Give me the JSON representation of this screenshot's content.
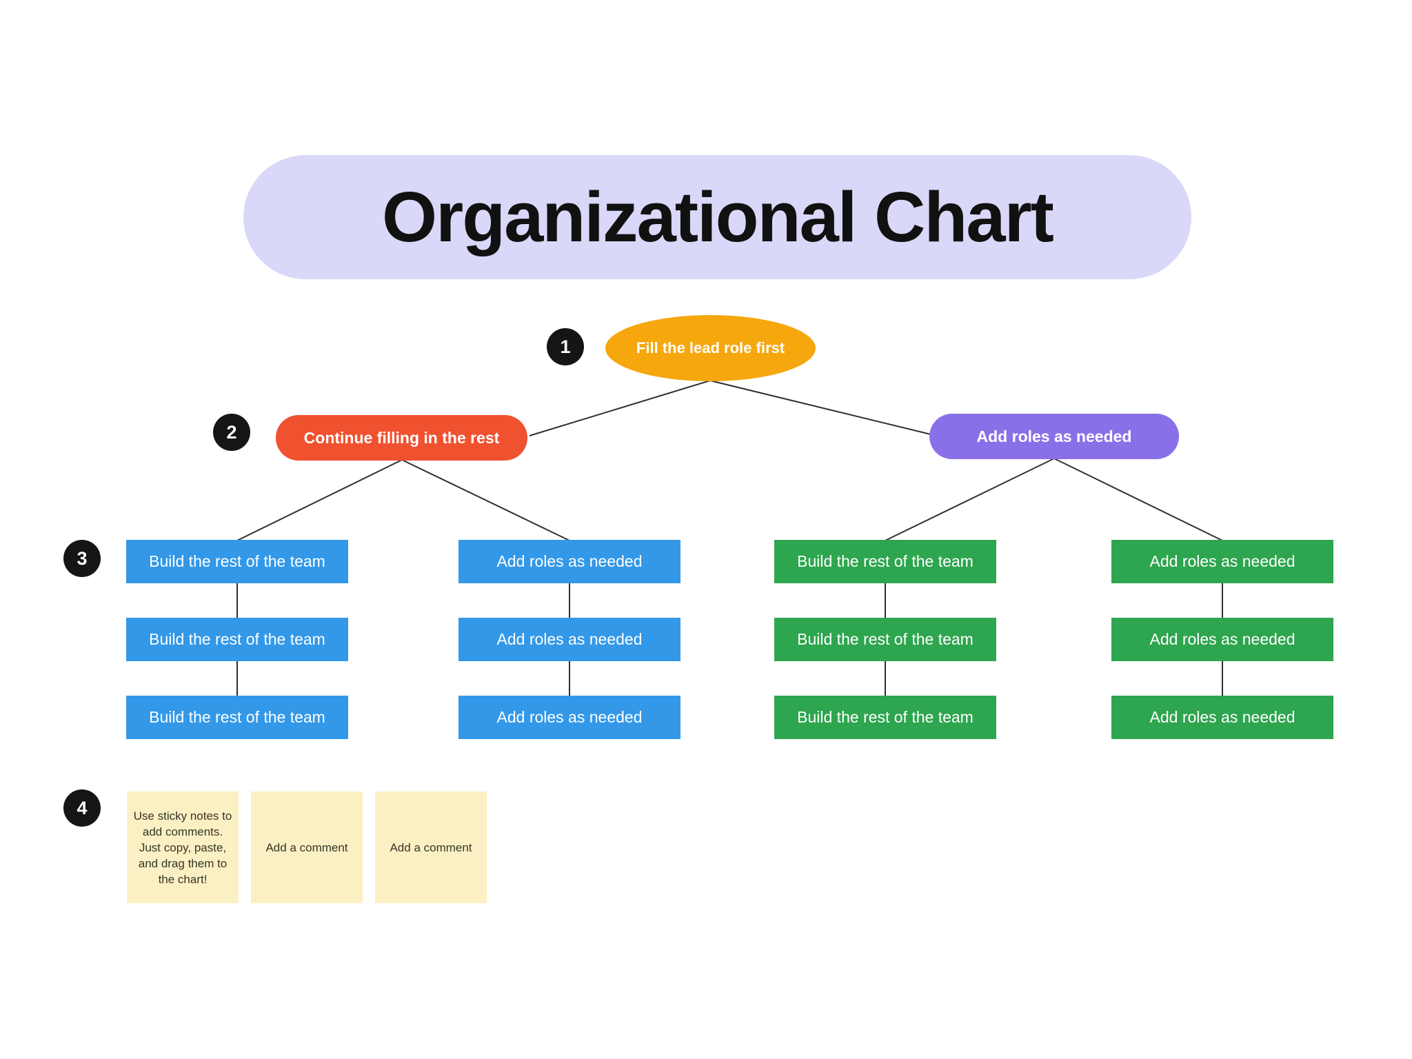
{
  "title": "Organizational Chart",
  "steps": [
    "1",
    "2",
    "3",
    "4"
  ],
  "org": {
    "root": "Fill the lead role first",
    "branch_left": "Continue filling in the rest",
    "branch_right": "Add roles as needed",
    "columns": [
      {
        "rows": [
          "Build the rest of the team",
          "Build the rest of the team",
          "Build the rest of the team"
        ]
      },
      {
        "rows": [
          "Add roles as needed",
          "Add roles as needed",
          "Add roles as needed"
        ]
      },
      {
        "rows": [
          "Build the rest of the team",
          "Build the rest of the team",
          "Build the rest of the team"
        ]
      },
      {
        "rows": [
          "Add roles as needed",
          "Add roles as needed",
          "Add roles as needed"
        ]
      }
    ]
  },
  "sticky_notes": [
    "Use sticky notes to add comments. Just copy, paste, and drag them to the chart!",
    "Add a comment",
    "Add a comment"
  ],
  "colors": {
    "background": "#FFFFFF",
    "banner_bg": "#D9D8F8",
    "title_text": "#111111",
    "lead_fill": "#F6A70D",
    "branch_left_fill": "#F0512F",
    "branch_right_fill": "#8A70E8",
    "blue_box": "#3398E8",
    "green_box": "#2EA54F",
    "sticky_bg": "#FAF0C3",
    "sticky_text": "#373428",
    "badge_bg": "#151515",
    "badge_text": "#FFFFFF",
    "node_text": "#FFFFFF",
    "connector": "#2F2F2F"
  }
}
